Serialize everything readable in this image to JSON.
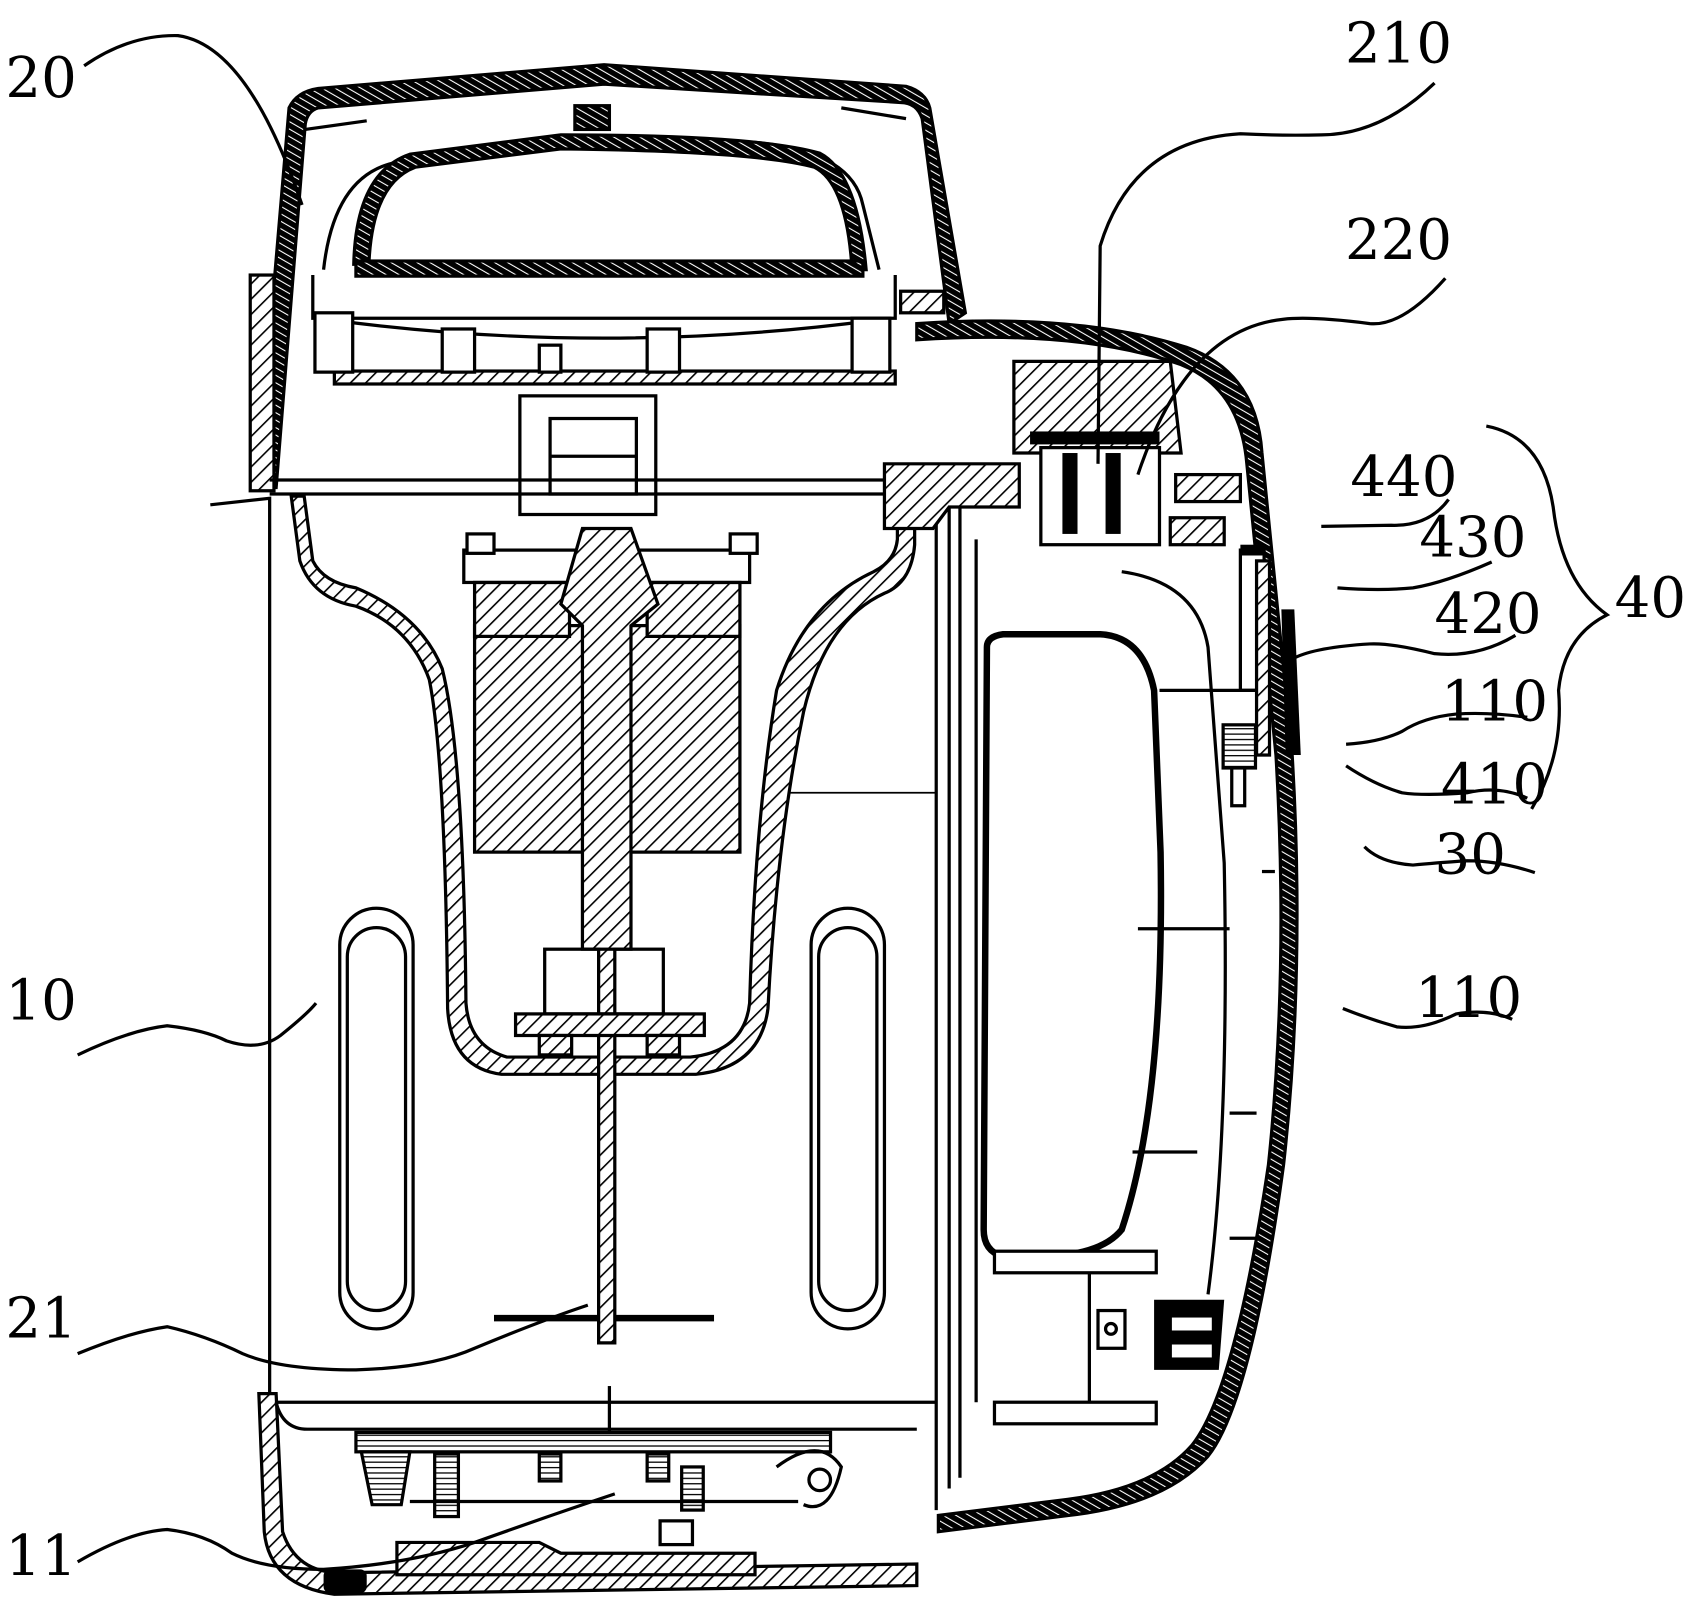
{
  "figure": {
    "type": "patent cross-section drawing",
    "subject": "food processor / soymilk maker with handle-mounted control"
  },
  "labels": {
    "l20": "20",
    "l210": "210",
    "l220": "220",
    "l440": "440",
    "l430": "430",
    "l420": "420",
    "l40": "40",
    "l110a": "110",
    "l410": "410",
    "l30": "30",
    "l110b": "110",
    "l10": "10",
    "l21": "21",
    "l11": "11"
  },
  "parts": [
    {
      "ref": "10",
      "name": "cup body"
    },
    {
      "ref": "11",
      "name": "base"
    },
    {
      "ref": "20",
      "name": "head / machine head"
    },
    {
      "ref": "21",
      "name": "motor shaft"
    },
    {
      "ref": "210",
      "name": "head component"
    },
    {
      "ref": "220",
      "name": "head component"
    },
    {
      "ref": "30",
      "name": "component"
    },
    {
      "ref": "40",
      "name": "assembly (410-440)"
    },
    {
      "ref": "410",
      "name": "component"
    },
    {
      "ref": "420",
      "name": "component"
    },
    {
      "ref": "430",
      "name": "component"
    },
    {
      "ref": "440",
      "name": "component"
    },
    {
      "ref": "110",
      "name": "handle portion"
    }
  ]
}
